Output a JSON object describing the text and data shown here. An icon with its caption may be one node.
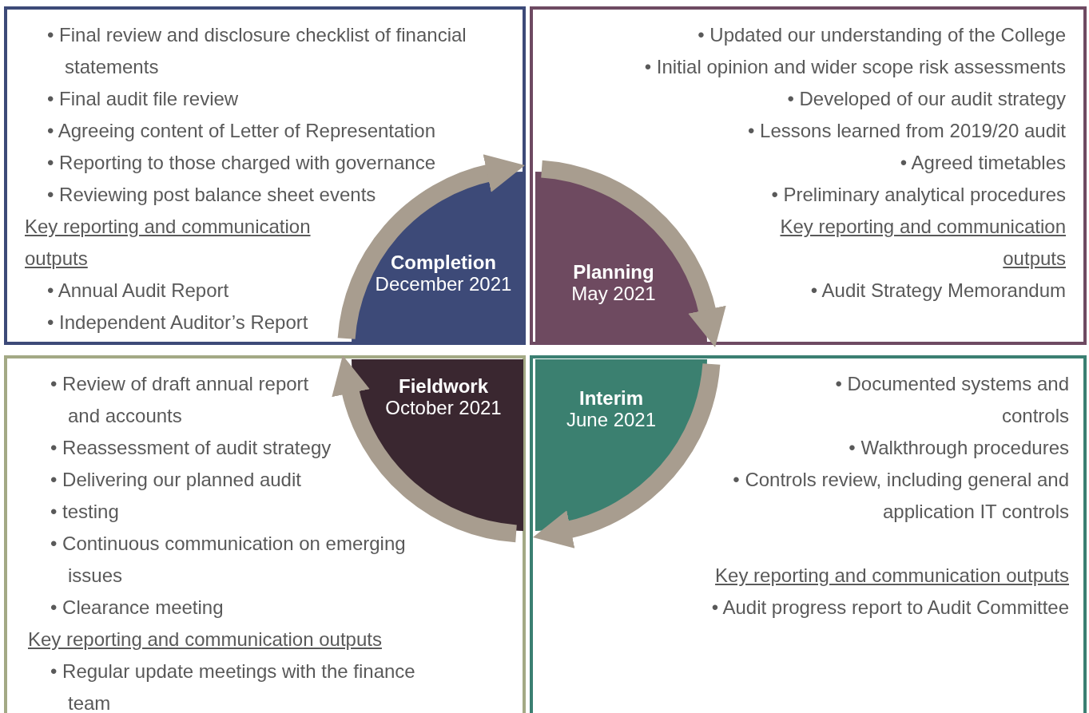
{
  "diagram": {
    "nodes": [
      {
        "text": [
          "• Final review and disclosure checklist of financial statements",
          "• Final audit file review",
          "• Agreeing content of Letter of Representation",
          "• Reporting to those charged with governance",
          "• Reviewing post balance sheet events",
          "Key reporting and communication outputs",
          "• Annual Audit Report",
          "• Independent Auditor’s Report"
        ]
      },
      {
        "text": [
          "• Updated our understanding of the College",
          "• Initial opinion and wider scope risk assessments",
          "• Developed of our audit strategy",
          "• Lessons learned from 2019/20 audit",
          "• Agreed timetables",
          "• Preliminary analytical procedures",
          "Key reporting and communication outputs",
          "• Audit Strategy Memorandum"
        ]
      },
      {
        "text": [
          "• Review of draft annual report and accounts",
          "• Reassessment of audit strategy",
          "• Delivering our planned audit",
          "• testing",
          "• Continuous communication on emerging issues",
          "• Clearance meeting",
          "Key reporting and communication outputs",
          "• Regular update meetings with the finance team"
        ]
      },
      {
        "text": [
          "• Documented systems and controls",
          "• Walkthrough procedures",
          "• Controls review, including general and application IT controls",
          "Key reporting and communication outputs",
          "• Audit progress report to Audit Committee"
        ]
      },
      {
        "text": [
          "Completion",
          "December 2021"
        ],
        "in": 0
      },
      {
        "text": [
          "Planning",
          "May 2021"
        ],
        "in": 1
      },
      {
        "text": [
          "Interim",
          "June 2021"
        ],
        "in": 3
      },
      {
        "text": [
          "Fieldwork",
          "October 2021"
        ],
        "in": 2
      }
    ],
    "edges": [
      {
        "from": 4,
        "to": 5,
        "arrow": "to"
      },
      {
        "from": 5,
        "to": 6,
        "arrow": "to"
      },
      {
        "from": 6,
        "to": 7,
        "arrow": "to"
      },
      {
        "from": 7,
        "to": 4,
        "arrow": "to"
      }
    ]
  }
}
